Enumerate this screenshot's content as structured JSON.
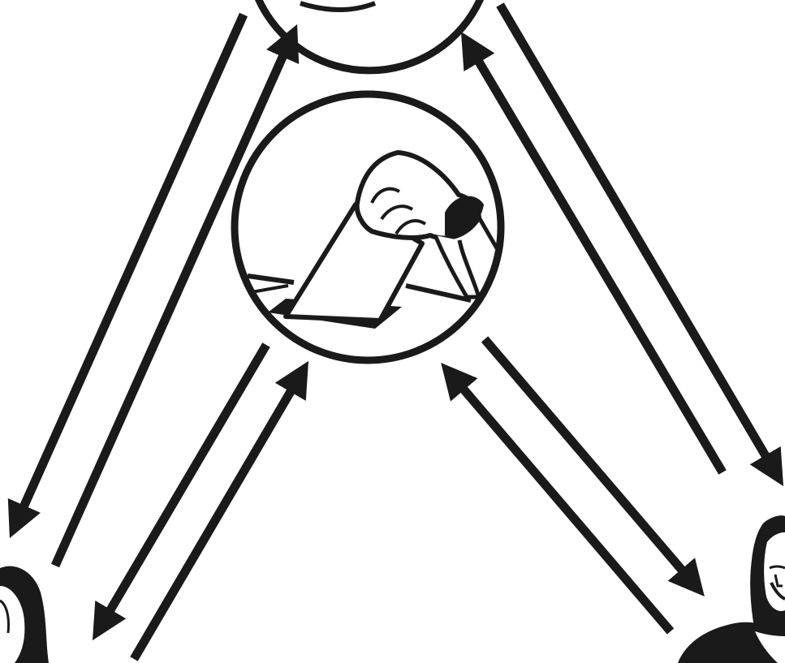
{
  "diagram": {
    "type": "cycle-diagram",
    "nodes": [
      {
        "id": "top-circle",
        "icon": "partial-circle-icon"
      },
      {
        "id": "ballot-box",
        "icon": "ballot-box-icon"
      },
      {
        "id": "left-person",
        "icon": "person-silhouette-icon"
      },
      {
        "id": "right-person",
        "icon": "bearded-person-silhouette-icon"
      }
    ],
    "connections": [
      {
        "from": "top-circle",
        "to": "left-person"
      },
      {
        "from": "left-person",
        "to": "top-circle"
      },
      {
        "from": "top-circle",
        "to": "right-person"
      },
      {
        "from": "right-person",
        "to": "top-circle"
      },
      {
        "from": "ballot-box",
        "to": "left-person"
      },
      {
        "from": "left-person",
        "to": "ballot-box"
      },
      {
        "from": "ballot-box",
        "to": "right-person"
      },
      {
        "from": "right-person",
        "to": "ballot-box"
      }
    ],
    "colors": {
      "stroke": "#1a1a1a",
      "background": "#ffffff"
    }
  }
}
